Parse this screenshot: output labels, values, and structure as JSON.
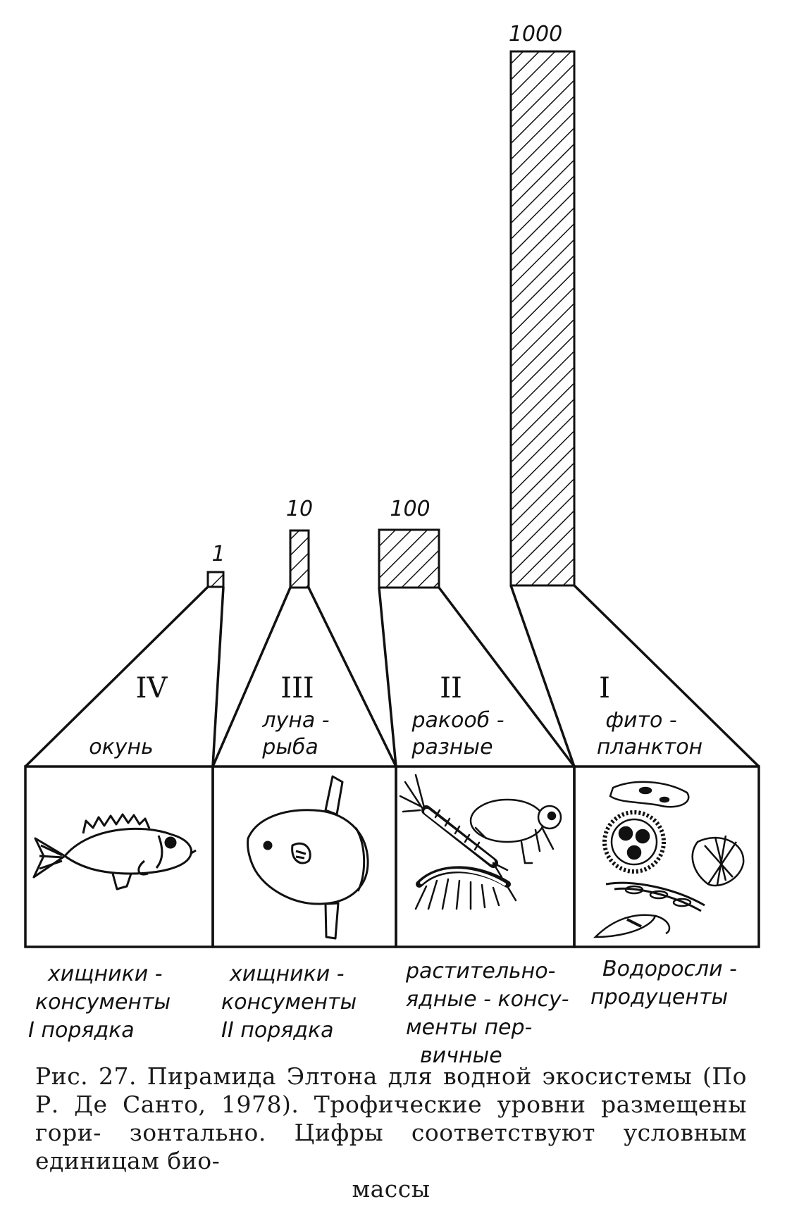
{
  "figure": {
    "levels": [
      {
        "roman": "IV",
        "biomass": "1",
        "organism": [
          "окунь"
        ],
        "role": [
          "хищники -",
          "консументы",
          "I порядка"
        ],
        "icon": "perch-fish-icon"
      },
      {
        "roman": "III",
        "biomass": "10",
        "organism": [
          "луна -",
          "рыба"
        ],
        "role": [
          "хищники -",
          "консументы",
          "II порядка"
        ],
        "icon": "sunfish-icon"
      },
      {
        "roman": "II",
        "biomass": "100",
        "organism": [
          "ракооб -",
          "разные"
        ],
        "role": [
          "растительно-",
          "ядные - консу-",
          "менты пер-",
          "вичные"
        ],
        "icon": "crustaceans-icon"
      },
      {
        "roman": "I",
        "biomass": "1000",
        "organism": [
          "фито -",
          "планктон"
        ],
        "role": [
          "Водоросли -",
          "продуценты"
        ],
        "icon": "phytoplankton-icon"
      }
    ],
    "caption": {
      "lines": [
        "Рис. 27. Пирамида Элтона для водной экосистемы (По",
        "Р. Де Санто, 1978). Трофические уровни размещены гори-",
        "зонтально. Цифры соответствуют условным единицам био-",
        "массы"
      ]
    },
    "colors": {
      "ink": "#111111",
      "paper": "#ffffff"
    }
  }
}
